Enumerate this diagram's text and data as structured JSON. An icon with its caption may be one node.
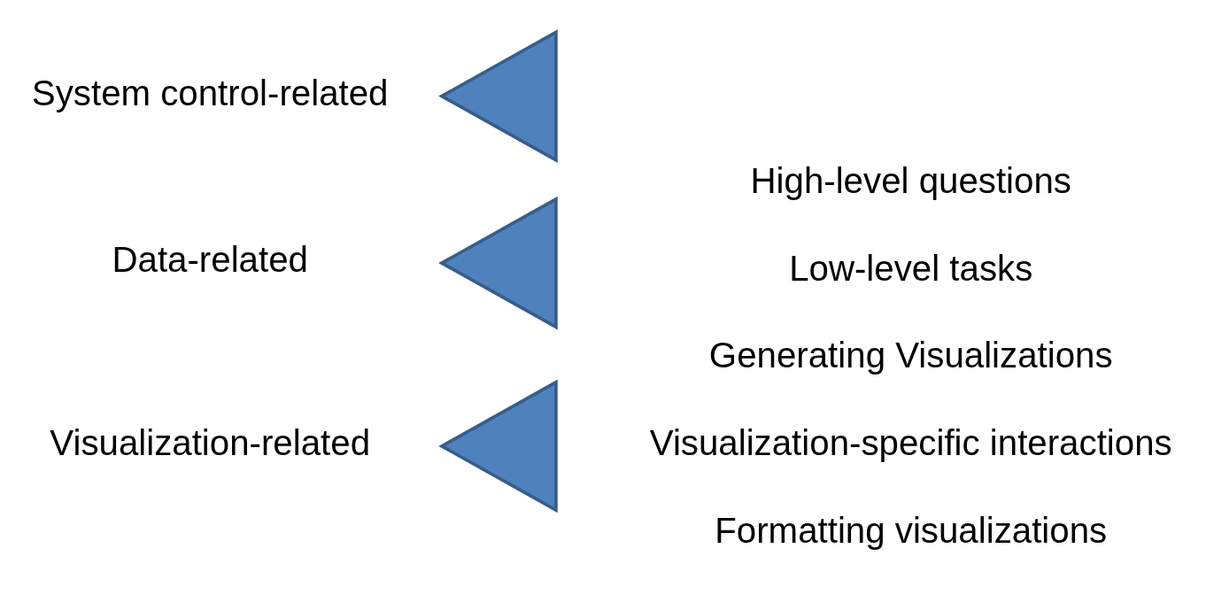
{
  "diagram": {
    "nodes": [
      {
        "text": [
          "Visualization-related"
        ]
      },
      {
        "text": [],
        "shape": "triangle"
      },
      {
        "text": [
          "Generating Visualizations"
        ]
      },
      {
        "text": [
          "Visualization-specific interactions"
        ]
      },
      {
        "text": [
          "Formatting visualizations"
        ]
      },
      {
        "text": [
          "Data-related"
        ]
      },
      {
        "text": [],
        "shape": "triangle"
      },
      {
        "text": [
          "High-level questions"
        ]
      },
      {
        "text": [
          "Low-level tasks"
        ]
      },
      {
        "text": [
          "System control-related"
        ]
      },
      {
        "text": [],
        "shape": "triangle"
      }
    ],
    "edges": []
  }
}
